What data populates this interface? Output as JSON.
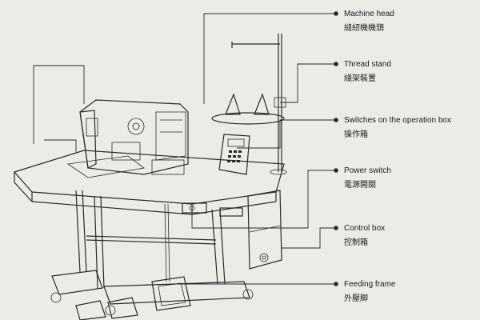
{
  "labels": [
    {
      "key": "machine-head",
      "en": "Machine head",
      "zh": "縫紉機機頭"
    },
    {
      "key": "thread-stand",
      "en": "Thread stand",
      "zh": "綫架裝置"
    },
    {
      "key": "switches",
      "en": "Switches on the operation box",
      "zh": "操作箱"
    },
    {
      "key": "power-switch",
      "en": "Power switch",
      "zh": "電源開關"
    },
    {
      "key": "control-box",
      "en": "Control box",
      "zh": "控制箱"
    },
    {
      "key": "feeding-frame",
      "en": "Feeding frame",
      "zh": "外壓脚"
    }
  ],
  "colors": {
    "ink": "#2a2a2a",
    "paper": "#ecebe6"
  }
}
